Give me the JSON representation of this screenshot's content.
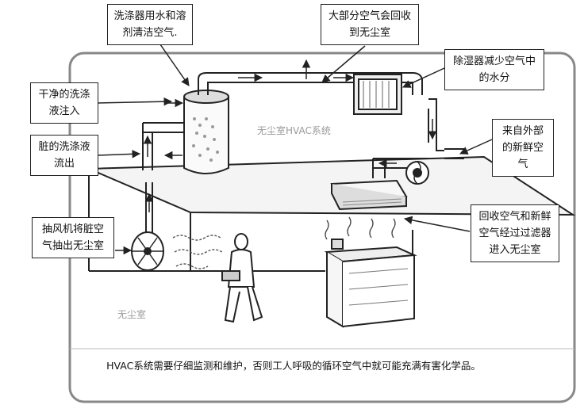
{
  "callouts": {
    "scrubber_water": "洗涤器用水和溶剂清洁空气.",
    "recover_air": "大部分空气会回收到无尘室",
    "dehumidifier": "除湿器减少空气中的水分",
    "clean_inlet": "干净的洗涤液注入",
    "dirty_outlet": "脏的洗涤液流出",
    "fresh_air": "来自外部的新鲜空气",
    "exhaust_fan": "抽风机将脏空气抽出无尘室",
    "filter": "回收空气和新鲜空气经过过滤器进入无尘室"
  },
  "labels": {
    "hvac_system": "无尘室HVAC系统",
    "cleanroom": "无尘室"
  },
  "caption": "HVAC系统需要仔细监测和维护，否则工人呼吸的循环空气中就可能充满有害化学品。",
  "colors": {
    "panel_border": "#888888",
    "ceiling_fill": "#f4f4f4",
    "line": "#222222"
  }
}
